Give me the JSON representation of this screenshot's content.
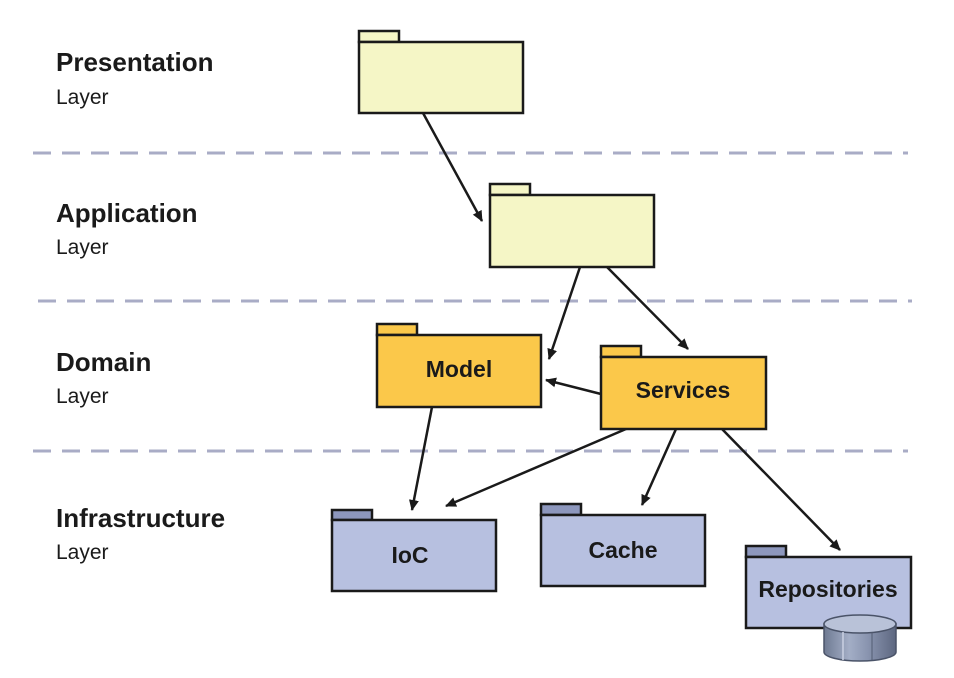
{
  "layers": [
    {
      "title": "Presentation",
      "subtitle": "Layer"
    },
    {
      "title": "Application",
      "subtitle": "Layer"
    },
    {
      "title": "Domain",
      "subtitle": "Layer"
    },
    {
      "title": "Infrastructure",
      "subtitle": "Layer"
    }
  ],
  "packages": {
    "presentation": "",
    "application": "",
    "model": "Model",
    "services": "Services",
    "ioc": "IoC",
    "cache": "Cache",
    "repositories": "Repositories"
  },
  "colors": {
    "light_yellow": "#f5f6c6",
    "orange": "#fbc84a",
    "light_blue": "#b7c0e0",
    "divider": "#a9acc6"
  }
}
